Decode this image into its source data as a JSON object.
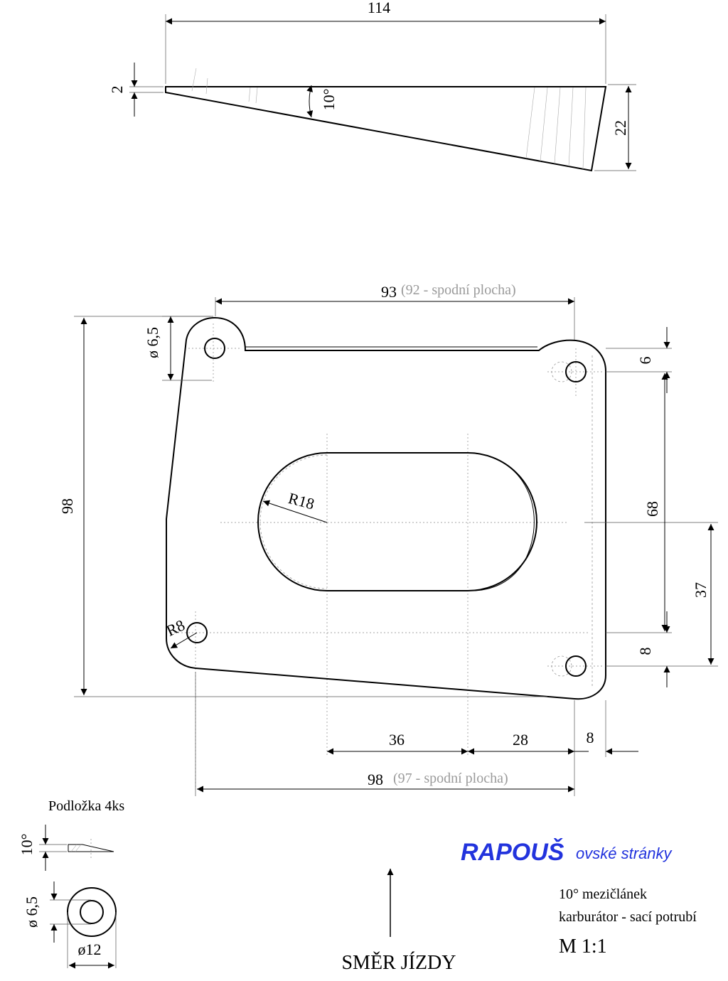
{
  "side_view": {
    "length": "114",
    "thin_end": "2",
    "angle": "10°",
    "thick_end": "22"
  },
  "plan_view": {
    "top_width": "93",
    "top_width_note": "(92 - spodní plocha)",
    "hole_diameter": "ø 6,5",
    "height": "98",
    "slot_radius": "R18",
    "corner_radius": "R8",
    "dim_6": "6",
    "dim_68": "68",
    "dim_37": "37",
    "dim_8_vertical": "8",
    "dim_36": "36",
    "dim_28": "28",
    "dim_8_horizontal": "8",
    "bottom_width": "98",
    "bottom_width_note": "(97 - spodní plocha)"
  },
  "washer": {
    "title": "Podložka  4ks",
    "angle": "10°",
    "inner_diameter": "ø 6,5",
    "outer_diameter": "ø12"
  },
  "direction": {
    "label": "SMĚR JÍZDY",
    "icon": "up-arrow-icon"
  },
  "logo": {
    "part1": "RAPOUŠ",
    "part2": "ovské stránky",
    "color": "#2233dd"
  },
  "title_block": {
    "line1": "10° mezičlánek",
    "line2": "karburátor - sací potrubí",
    "scale": "M 1:1"
  }
}
